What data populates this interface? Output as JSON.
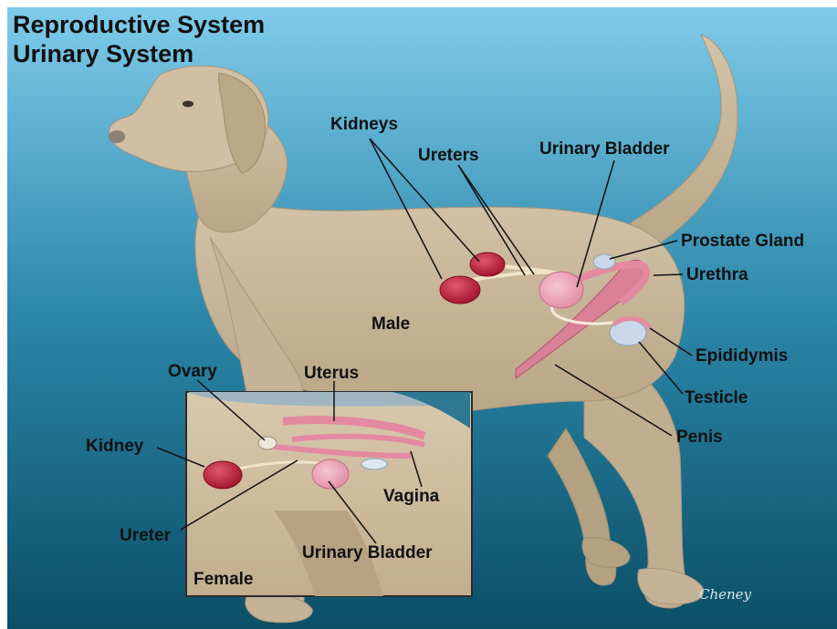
{
  "title": {
    "line1": "Reproductive System",
    "line2": "Urinary System"
  },
  "labels": {
    "kidneys": "Kidneys",
    "ureters": "Ureters",
    "urinary_bladder": "Urinary Bladder",
    "prostate_gland": "Prostate Gland",
    "urethra": "Urethra",
    "male": "Male",
    "epididymis": "Epididymis",
    "testicle": "Testicle",
    "penis": "Penis"
  },
  "inset": {
    "ovary": "Ovary",
    "uterus": "Uterus",
    "kidney": "Kidney",
    "vagina": "Vagina",
    "ureter": "Ureter",
    "urinary_bladder": "Urinary Bladder",
    "female": "Female"
  },
  "signature": "Cheney",
  "colors": {
    "background_top": "#7fcbea",
    "background_bottom": "#0b4f67",
    "dog_body": "#c8b79b",
    "kidney": "#b81e36",
    "organ_pink": "#eaa2b4",
    "label_text": "#111111"
  }
}
